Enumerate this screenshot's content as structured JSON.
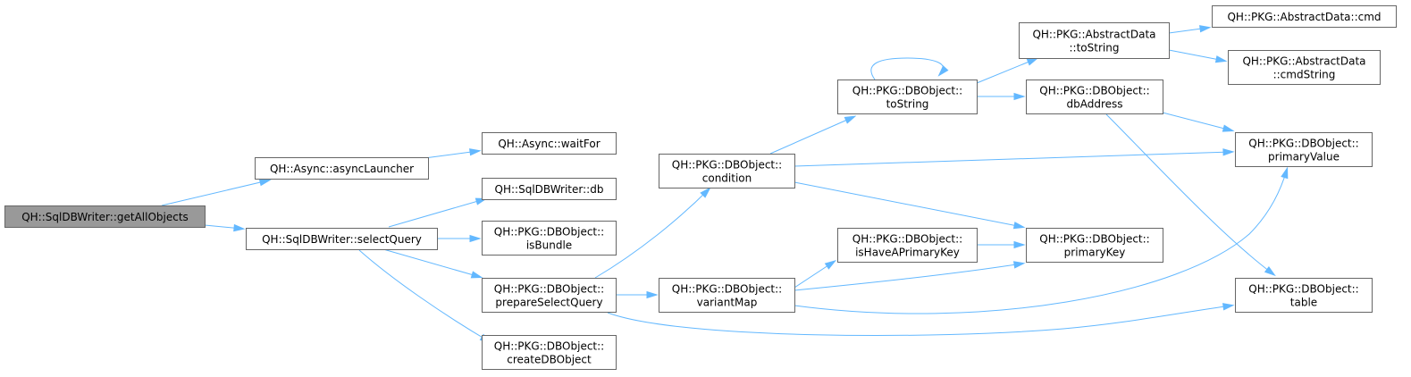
{
  "graph": {
    "edge_color": "#63b8ff",
    "root_fill": "#999999",
    "node_border": "#666666",
    "nodes": [
      {
        "id": "getAllObjects",
        "lines": [
          "QH::SqlDBWriter::getAllObjects"
        ],
        "root": true
      },
      {
        "id": "asyncLauncher",
        "lines": [
          "QH::Async::asyncLauncher"
        ]
      },
      {
        "id": "waitFor",
        "lines": [
          "QH::Async::waitFor"
        ]
      },
      {
        "id": "selectQuery",
        "lines": [
          "QH::SqlDBWriter::selectQuery"
        ]
      },
      {
        "id": "db",
        "lines": [
          "QH::SqlDBWriter::db"
        ]
      },
      {
        "id": "isBundle",
        "lines": [
          "QH::PKG::DBObject::",
          "isBundle"
        ]
      },
      {
        "id": "prepareSelectQuery",
        "lines": [
          "QH::PKG::DBObject::",
          "prepareSelectQuery"
        ]
      },
      {
        "id": "createDBObject",
        "lines": [
          "QH::PKG::DBObject::",
          "createDBObject"
        ]
      },
      {
        "id": "condition",
        "lines": [
          "QH::PKG::DBObject::",
          "condition"
        ]
      },
      {
        "id": "variantMap",
        "lines": [
          "QH::PKG::DBObject::",
          "variantMap"
        ]
      },
      {
        "id": "toString",
        "lines": [
          "QH::PKG::DBObject::",
          "toString"
        ]
      },
      {
        "id": "isHaveAPrimaryKey",
        "lines": [
          "QH::PKG::DBObject::",
          "isHaveAPrimaryKey"
        ]
      },
      {
        "id": "adToString",
        "lines": [
          "QH::PKG::AbstractData",
          "::toString"
        ]
      },
      {
        "id": "dbAddress",
        "lines": [
          "QH::PKG::DBObject::",
          "dbAddress"
        ]
      },
      {
        "id": "primaryKey",
        "lines": [
          "QH::PKG::DBObject::",
          "primaryKey"
        ]
      },
      {
        "id": "cmd",
        "lines": [
          "QH::PKG::AbstractData::cmd"
        ]
      },
      {
        "id": "cmdString",
        "lines": [
          "QH::PKG::AbstractData",
          "::cmdString"
        ]
      },
      {
        "id": "primaryValue",
        "lines": [
          "QH::PKG::DBObject::",
          "primaryValue"
        ]
      },
      {
        "id": "table",
        "lines": [
          "QH::PKG::DBObject::",
          "table"
        ]
      }
    ],
    "edges": [
      [
        "getAllObjects",
        "asyncLauncher"
      ],
      [
        "getAllObjects",
        "selectQuery"
      ],
      [
        "asyncLauncher",
        "waitFor"
      ],
      [
        "selectQuery",
        "db"
      ],
      [
        "selectQuery",
        "isBundle"
      ],
      [
        "selectQuery",
        "prepareSelectQuery"
      ],
      [
        "selectQuery",
        "createDBObject"
      ],
      [
        "prepareSelectQuery",
        "condition"
      ],
      [
        "prepareSelectQuery",
        "variantMap"
      ],
      [
        "prepareSelectQuery",
        "table"
      ],
      [
        "condition",
        "toString"
      ],
      [
        "condition",
        "primaryValue"
      ],
      [
        "condition",
        "primaryKey"
      ],
      [
        "variantMap",
        "isHaveAPrimaryKey"
      ],
      [
        "variantMap",
        "primaryKey"
      ],
      [
        "variantMap",
        "primaryValue"
      ],
      [
        "isHaveAPrimaryKey",
        "primaryKey"
      ],
      [
        "toString",
        "toString"
      ],
      [
        "toString",
        "adToString"
      ],
      [
        "toString",
        "dbAddress"
      ],
      [
        "adToString",
        "cmd"
      ],
      [
        "adToString",
        "cmdString"
      ],
      [
        "dbAddress",
        "primaryValue"
      ],
      [
        "dbAddress",
        "table"
      ]
    ]
  }
}
